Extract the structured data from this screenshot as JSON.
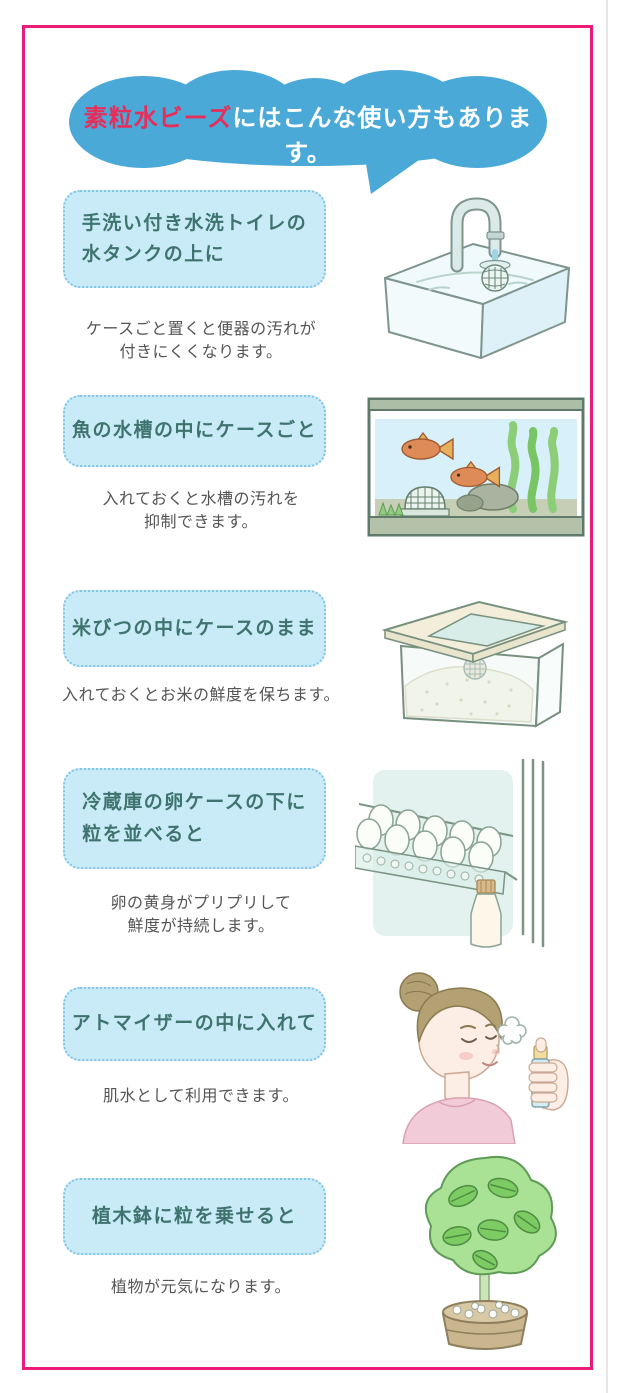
{
  "page": {
    "frame_color": "#EC1A78",
    "background": "#FFFFFF"
  },
  "header": {
    "title_product": "素粒水ビーズ",
    "title_rest": "にはこんな使い方もあります。",
    "bubble_color": "#4BA9D8",
    "product_color": "#E62E5A"
  },
  "sections": [
    {
      "heading_lines": [
        "手洗い付き水洗トイレの",
        "水タンクの上に"
      ],
      "description_lines": [
        "ケースごと置くと便器の汚れが",
        "付きにくくなります。"
      ],
      "illustration": "toilet-tank-illustration"
    },
    {
      "heading_lines": [
        "魚の水槽の中にケースごと"
      ],
      "description_lines": [
        "入れておくと水槽の汚れを",
        "抑制できます。"
      ],
      "illustration": "aquarium-illustration"
    },
    {
      "heading_lines": [
        "米びつの中にケースのまま"
      ],
      "description_lines": [
        "入れておくとお米の鮮度を保ちます。"
      ],
      "illustration": "rice-bin-illustration"
    },
    {
      "heading_lines": [
        "冷蔵庫の卵ケースの下に",
        "粒を並べると"
      ],
      "description_lines": [
        "卵の黄身がプリプリして",
        "鮮度が持続します。"
      ],
      "illustration": "refrigerator-eggs-illustration"
    },
    {
      "heading_lines": [
        "アトマイザーの中に入れて"
      ],
      "description_lines": [
        "肌水として利用できます。"
      ],
      "illustration": "atomizer-woman-illustration"
    },
    {
      "heading_lines": [
        "植木鉢に粒を乗せると"
      ],
      "description_lines": [
        "植物が元気になります。"
      ],
      "illustration": "potted-plant-illustration"
    }
  ],
  "colors": {
    "tip_box_fill": "#C9EBF8",
    "tip_box_border": "#82C4E6",
    "heading_text": "#3E736E",
    "description_text": "#555555"
  }
}
